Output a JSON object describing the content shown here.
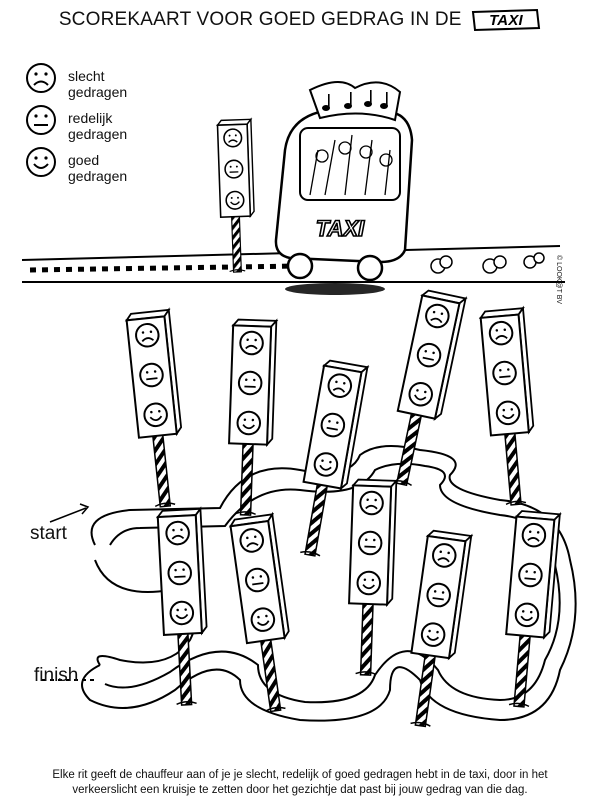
{
  "title": "SCOREKAART VOOR GOED GEDRAG IN DE",
  "logo_text": "TAXI",
  "legend": [
    {
      "face": "sad",
      "label": "slecht gedragen"
    },
    {
      "face": "neutral",
      "label": "redelijk gedragen"
    },
    {
      "face": "happy",
      "label": "goed gedragen"
    }
  ],
  "taxi_sign": "TAXI",
  "maze": {
    "start_label": "start",
    "finish_label": "finish",
    "traffic_light_count": 11
  },
  "copyright": "© LOOK@T BV",
  "footer": {
    "line1": "Elke rit  geeft de chauffeur aan of je je slecht, redelijk of goed gedragen hebt in de taxi, door in het",
    "line2": "verkeerslicht een kruisje te zetten door het gezichtje dat past bij jouw gedrag van die dag."
  }
}
